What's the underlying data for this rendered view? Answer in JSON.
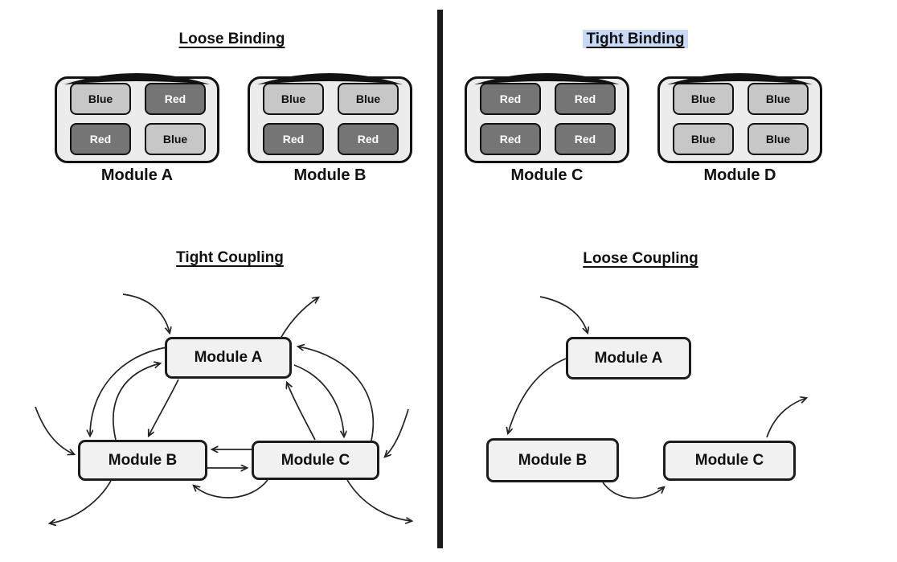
{
  "colors": {
    "background": "#ffffff",
    "divider": "#1b1b1b",
    "binding_container_fill": "#ececec",
    "blue_block_fill": "#c7c7c7",
    "red_block_fill": "#757575",
    "red_block_text": "#ffffff",
    "coupling_box_fill": "#f1f1f1",
    "outline": "#121212",
    "tight_binding_highlight": "#c9daf8"
  },
  "left": {
    "binding": {
      "title": "Loose Binding",
      "modules": [
        {
          "label": "Module A",
          "blocks": [
            "Blue",
            "Red",
            "Red",
            "Blue"
          ]
        },
        {
          "label": "Module B",
          "blocks": [
            "Blue",
            "Blue",
            "Red",
            "Red"
          ]
        }
      ]
    },
    "coupling": {
      "title": "Tight Coupling",
      "modules": {
        "a": "Module A",
        "b": "Module B",
        "c": "Module C"
      },
      "connections": [
        "external -> Module A",
        "Module A -> external",
        "Module A -> Module B (outer arc)",
        "Module B -> Module A",
        "Module A -> Module B (inner)",
        "Module A -> Module C",
        "Module C -> Module A (outer arc)",
        "Module C -> Module A (inner)",
        "external -> Module B",
        "Module B -> external",
        "external -> Module C",
        "Module C -> external",
        "Module C -> Module B (line)",
        "Module B -> Module C (line)",
        "Module C -> Module B (arc)"
      ]
    }
  },
  "right": {
    "binding": {
      "title": "Tight Binding",
      "modules": [
        {
          "label": "Module C",
          "blocks": [
            "Red",
            "Red",
            "Red",
            "Red"
          ]
        },
        {
          "label": "Module D",
          "blocks": [
            "Blue",
            "Blue",
            "Blue",
            "Blue"
          ]
        }
      ]
    },
    "coupling": {
      "title": "Loose Coupling",
      "modules": {
        "a": "Module A",
        "b": "Module B",
        "c": "Module C"
      },
      "connections": [
        "external -> Module A",
        "Module A -> Module B",
        "Module B -> Module C",
        "Module C -> external"
      ]
    }
  }
}
